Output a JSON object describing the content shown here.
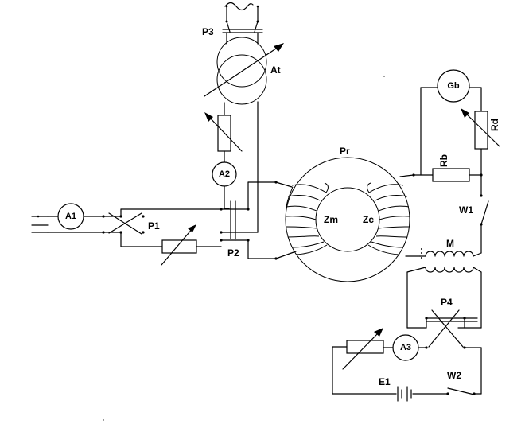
{
  "labels": {
    "p3": "P3",
    "at": "At",
    "a2": "A2",
    "pr": "Pr",
    "gb": "Gb",
    "rd": "Rd",
    "rb": "Rb",
    "a1": "A1",
    "p1": "P1",
    "p2": "P2",
    "zm": "Zm",
    "zc": "Zc",
    "w1": "W1",
    "m": "M",
    "p4": "P4",
    "a3": "A3",
    "e1": "E1",
    "w2": "W2"
  },
  "colors": {
    "stroke": "#000000",
    "background": "#ffffff"
  }
}
